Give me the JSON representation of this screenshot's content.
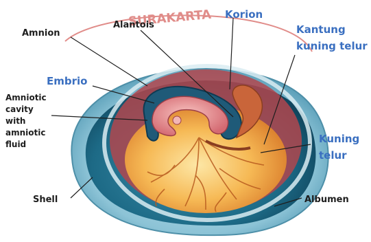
{
  "diagram": {
    "labels": {
      "amnion": "Amnion",
      "alantois": "Alantois",
      "korion": "Korion",
      "kantung_line1": "Kantung",
      "kantung_line2": "kuning telur",
      "embrio": "Embrio",
      "cavity_line1": "Amniotic",
      "cavity_line2": "cavity",
      "cavity_line3": "with",
      "cavity_line4": "amniotic",
      "cavity_line5": "fluid",
      "kuning_line1": "Kuning",
      "kuning_line2": "telur",
      "shell": "Shell",
      "albumen": "Albumen"
    },
    "watermark": "SURAKARTA",
    "colors": {
      "blue_label": "#3a6fc0",
      "dark_label": "#1e1e1e",
      "shell": "#7ab8cf",
      "albumen": "#1f6f8c",
      "yolk": "#f0a640",
      "embryo": "#e58a8e",
      "watermark": "#c8302a"
    }
  }
}
